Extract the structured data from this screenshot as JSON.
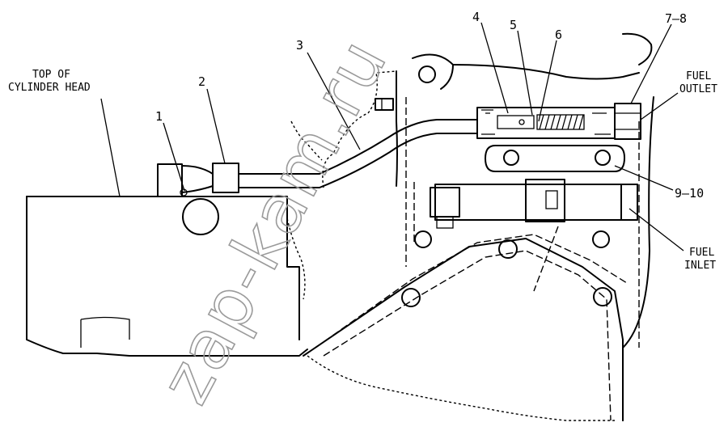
{
  "labels": {
    "top_of_cylinder_head_line1": "TOP OF",
    "top_of_cylinder_head_line2": "CYLINDER HEAD",
    "fuel_outlet_line1": "FUEL",
    "fuel_outlet_line2": "OUTLET",
    "fuel_inlet_line1": "FUEL",
    "fuel_inlet_line2": "INLET"
  },
  "callouts": {
    "c1": "1",
    "c2": "2",
    "c3": "3",
    "c4": "4",
    "c5": "5",
    "c6": "6",
    "c7_8": "7–8",
    "c9_10": "9–10"
  },
  "watermark": "zap-kam.ru"
}
